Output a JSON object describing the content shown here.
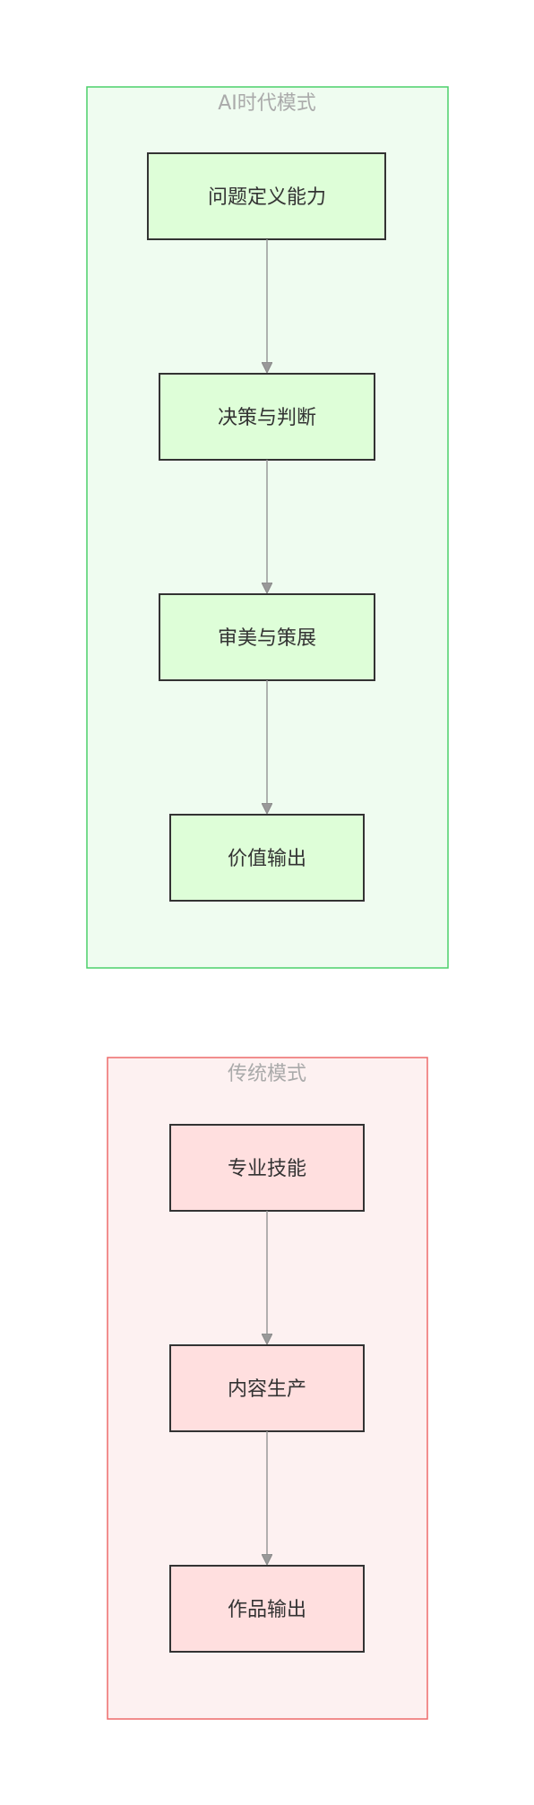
{
  "groups": [
    {
      "title": "AI时代模式",
      "border_color": "#4cd06a",
      "fill_color": "#effcf0",
      "node_fill": "#defed8",
      "nodes": [
        "问题定义能力",
        "决策与判断",
        "审美与策展",
        "价值输出"
      ]
    },
    {
      "title": "传统模式",
      "border_color": "#ee6b6b",
      "fill_color": "#fdf1f1",
      "node_fill": "#ffdfdf",
      "nodes": [
        "专业技能",
        "内容生产",
        "作品输出"
      ]
    }
  ],
  "colors": {
    "node_border": "#333333",
    "arrow": "#999999"
  }
}
